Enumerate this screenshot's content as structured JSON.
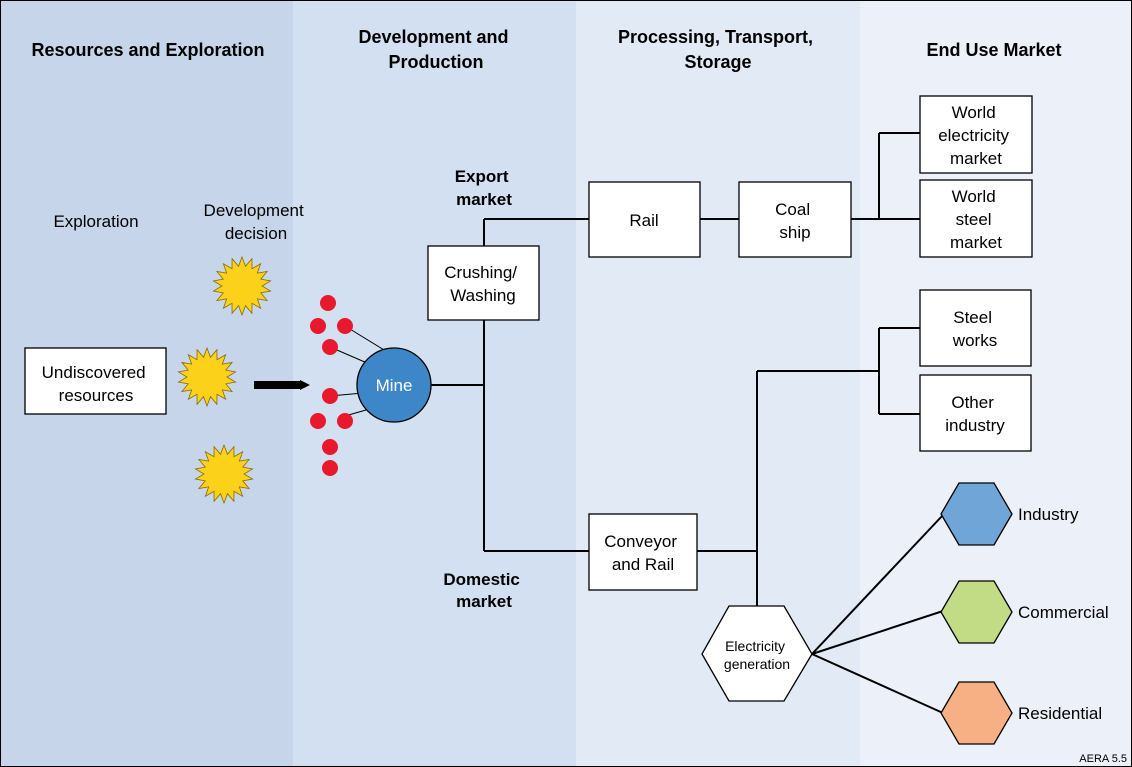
{
  "columns": {
    "col1": "Resources and Exploration",
    "col2": [
      "Development and",
      "Production"
    ],
    "col3": [
      "Processing, Transport,",
      "Storage"
    ],
    "col4": "End Use Market"
  },
  "labels": {
    "exploration": "Exploration",
    "dev_decision": [
      "Development",
      "decision"
    ],
    "export_market": [
      "Export",
      "market"
    ],
    "domestic_market": [
      "Domestic",
      "market"
    ],
    "footer": "AERA 5.5"
  },
  "nodes": {
    "undiscovered": [
      "Undiscovered",
      "resources"
    ],
    "mine": "Mine",
    "crushing": [
      "Crushing/",
      "Washing"
    ],
    "rail": "Rail",
    "coal_ship": [
      "Coal",
      "ship"
    ],
    "world_electricity": [
      "World",
      "electricity",
      "market"
    ],
    "world_steel": [
      "World",
      "steel",
      "market"
    ],
    "steel_works": [
      "Steel",
      "works"
    ],
    "other_industry": [
      "Other",
      "industry"
    ],
    "conveyor": [
      "Conveyor",
      "and Rail"
    ],
    "electricity_gen": [
      "Electricity",
      "generation"
    ],
    "industry": "Industry",
    "commercial": "Commercial",
    "residential": "Residential"
  },
  "colors": {
    "col1_bg": "#c6d5ea",
    "col2_bg": "#d3e0f2",
    "col3_bg": "#e2eaf6",
    "col4_bg": "#ecf1f9",
    "mine": "#3d86c8",
    "dots": "#e8192c",
    "sun": "#fcd11a",
    "industry": "#6fa5d7",
    "commercial": "#c2dc86",
    "residential": "#f7b084"
  }
}
